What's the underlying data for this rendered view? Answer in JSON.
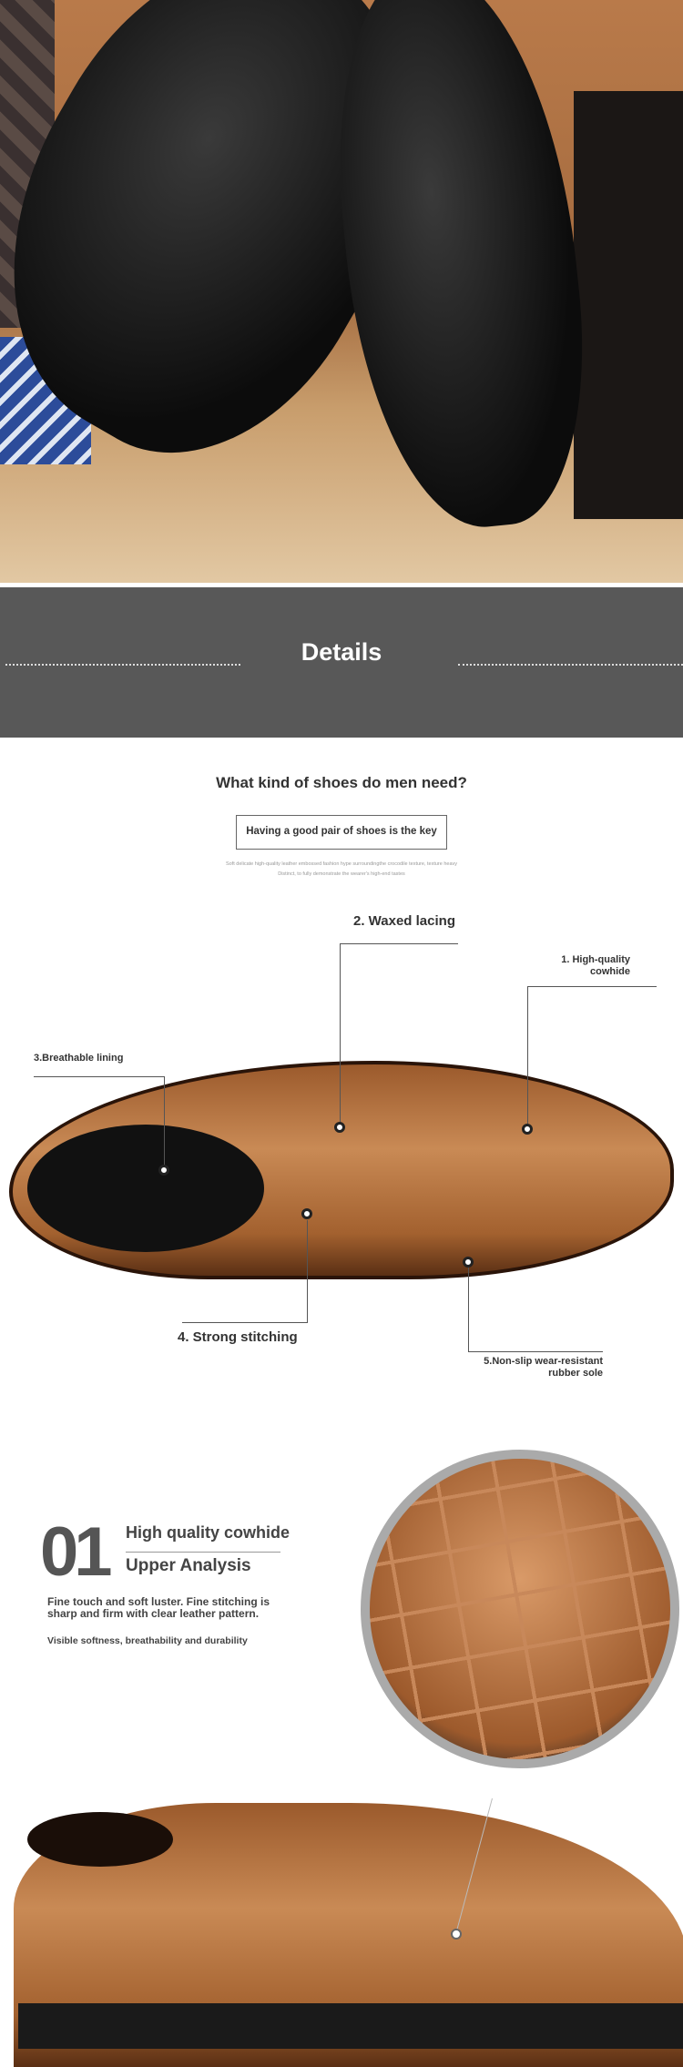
{
  "hero": {
    "alt_icon": "black-croc-shoes-photo"
  },
  "banner": {
    "title": "Details"
  },
  "intro": {
    "question": "What kind of shoes do men need?",
    "key": "Having a good pair of shoes is the key",
    "desc_line1": "Soft delicate high-quality leather embossed fashion hype surroundingthe crocodile texture, texture heavy",
    "desc_line2": "Distinct, to fully demonstrate the wearer's high-end tastes"
  },
  "features": {
    "f1": "1. High-quality",
    "f1b": "cowhide",
    "f2": "2. Waxed lacing",
    "f3": "3.Breathable lining",
    "f4": "4. Strong stitching",
    "f5": "5.Non-slip wear-resistant",
    "f5b": "rubber sole"
  },
  "section01": {
    "number": "01",
    "title": "High quality cowhide",
    "subtitle": "Upper Analysis",
    "body": "Fine touch and soft luster. Fine stitching is sharp and firm with clear leather pattern.",
    "note": "Visible softness, breathability and durability"
  }
}
